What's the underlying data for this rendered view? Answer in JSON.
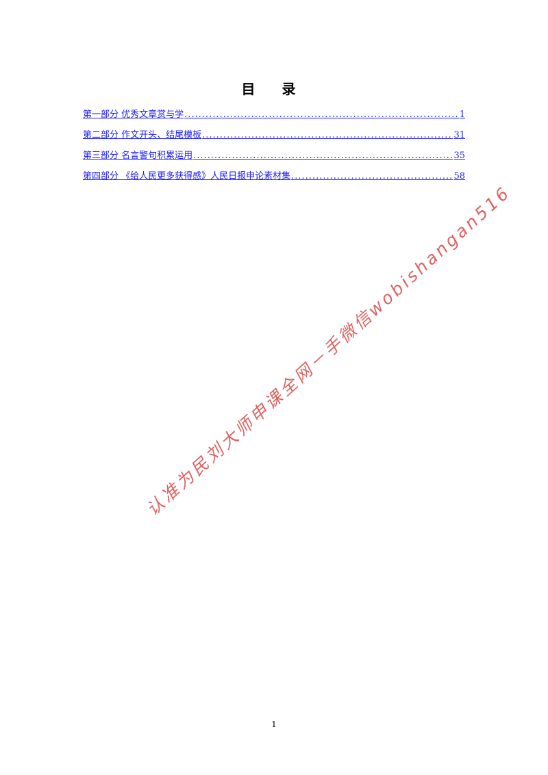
{
  "document": {
    "title": "目 录",
    "toc": [
      {
        "label": "第一部分  优秀文章赏与学",
        "page": "1"
      },
      {
        "label": "第二部分   作文开头、结尾模板",
        "page": "31"
      },
      {
        "label": "第三部分  名言警句积累运用",
        "page": "35"
      },
      {
        "label": "第四部分   《给人民更多获得感》人民日报申论素材集",
        "page": "58"
      }
    ],
    "watermark": "认准为民刘大师申课全网－手微信wobishangan516",
    "page_number": "1"
  },
  "colors": {
    "link": "#1a1aff",
    "watermark": "#d9534f"
  }
}
